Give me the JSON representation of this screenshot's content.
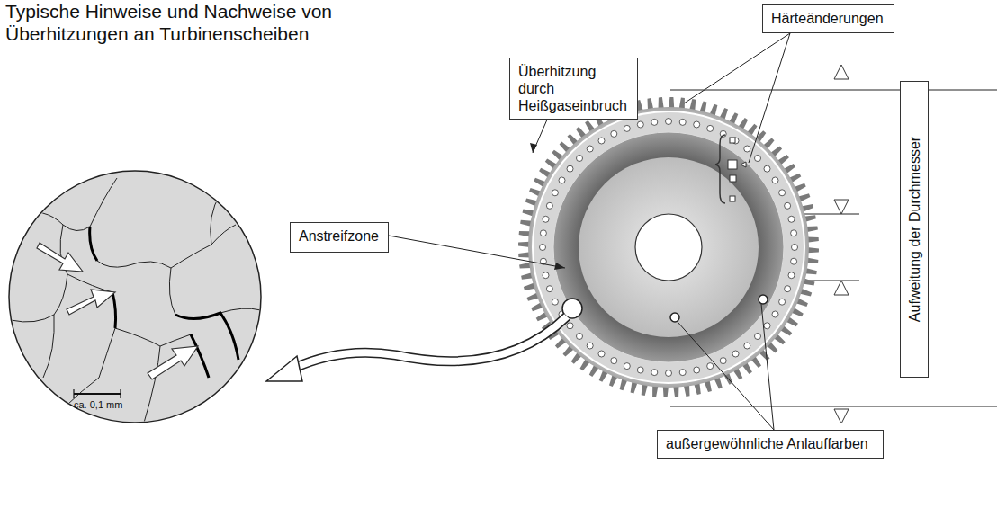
{
  "diagram": {
    "title": "Typische Hinweise und Nachweise von Überhitzungen an Turbinenscheiben",
    "nodes": [
      {
        "text": [
          "Härteänderungen"
        ]
      },
      {
        "text": [
          "Überhitzung durch Heißgaseinbruch"
        ]
      },
      {
        "text": [
          "Anstreifzone"
        ]
      },
      {
        "text": [
          "Aufweitung der Durchmesser"
        ]
      },
      {
        "text": [
          "außergewöhnliche Anlauffarben"
        ]
      }
    ],
    "labels": [
      "ca. 0,1 mm"
    ]
  }
}
